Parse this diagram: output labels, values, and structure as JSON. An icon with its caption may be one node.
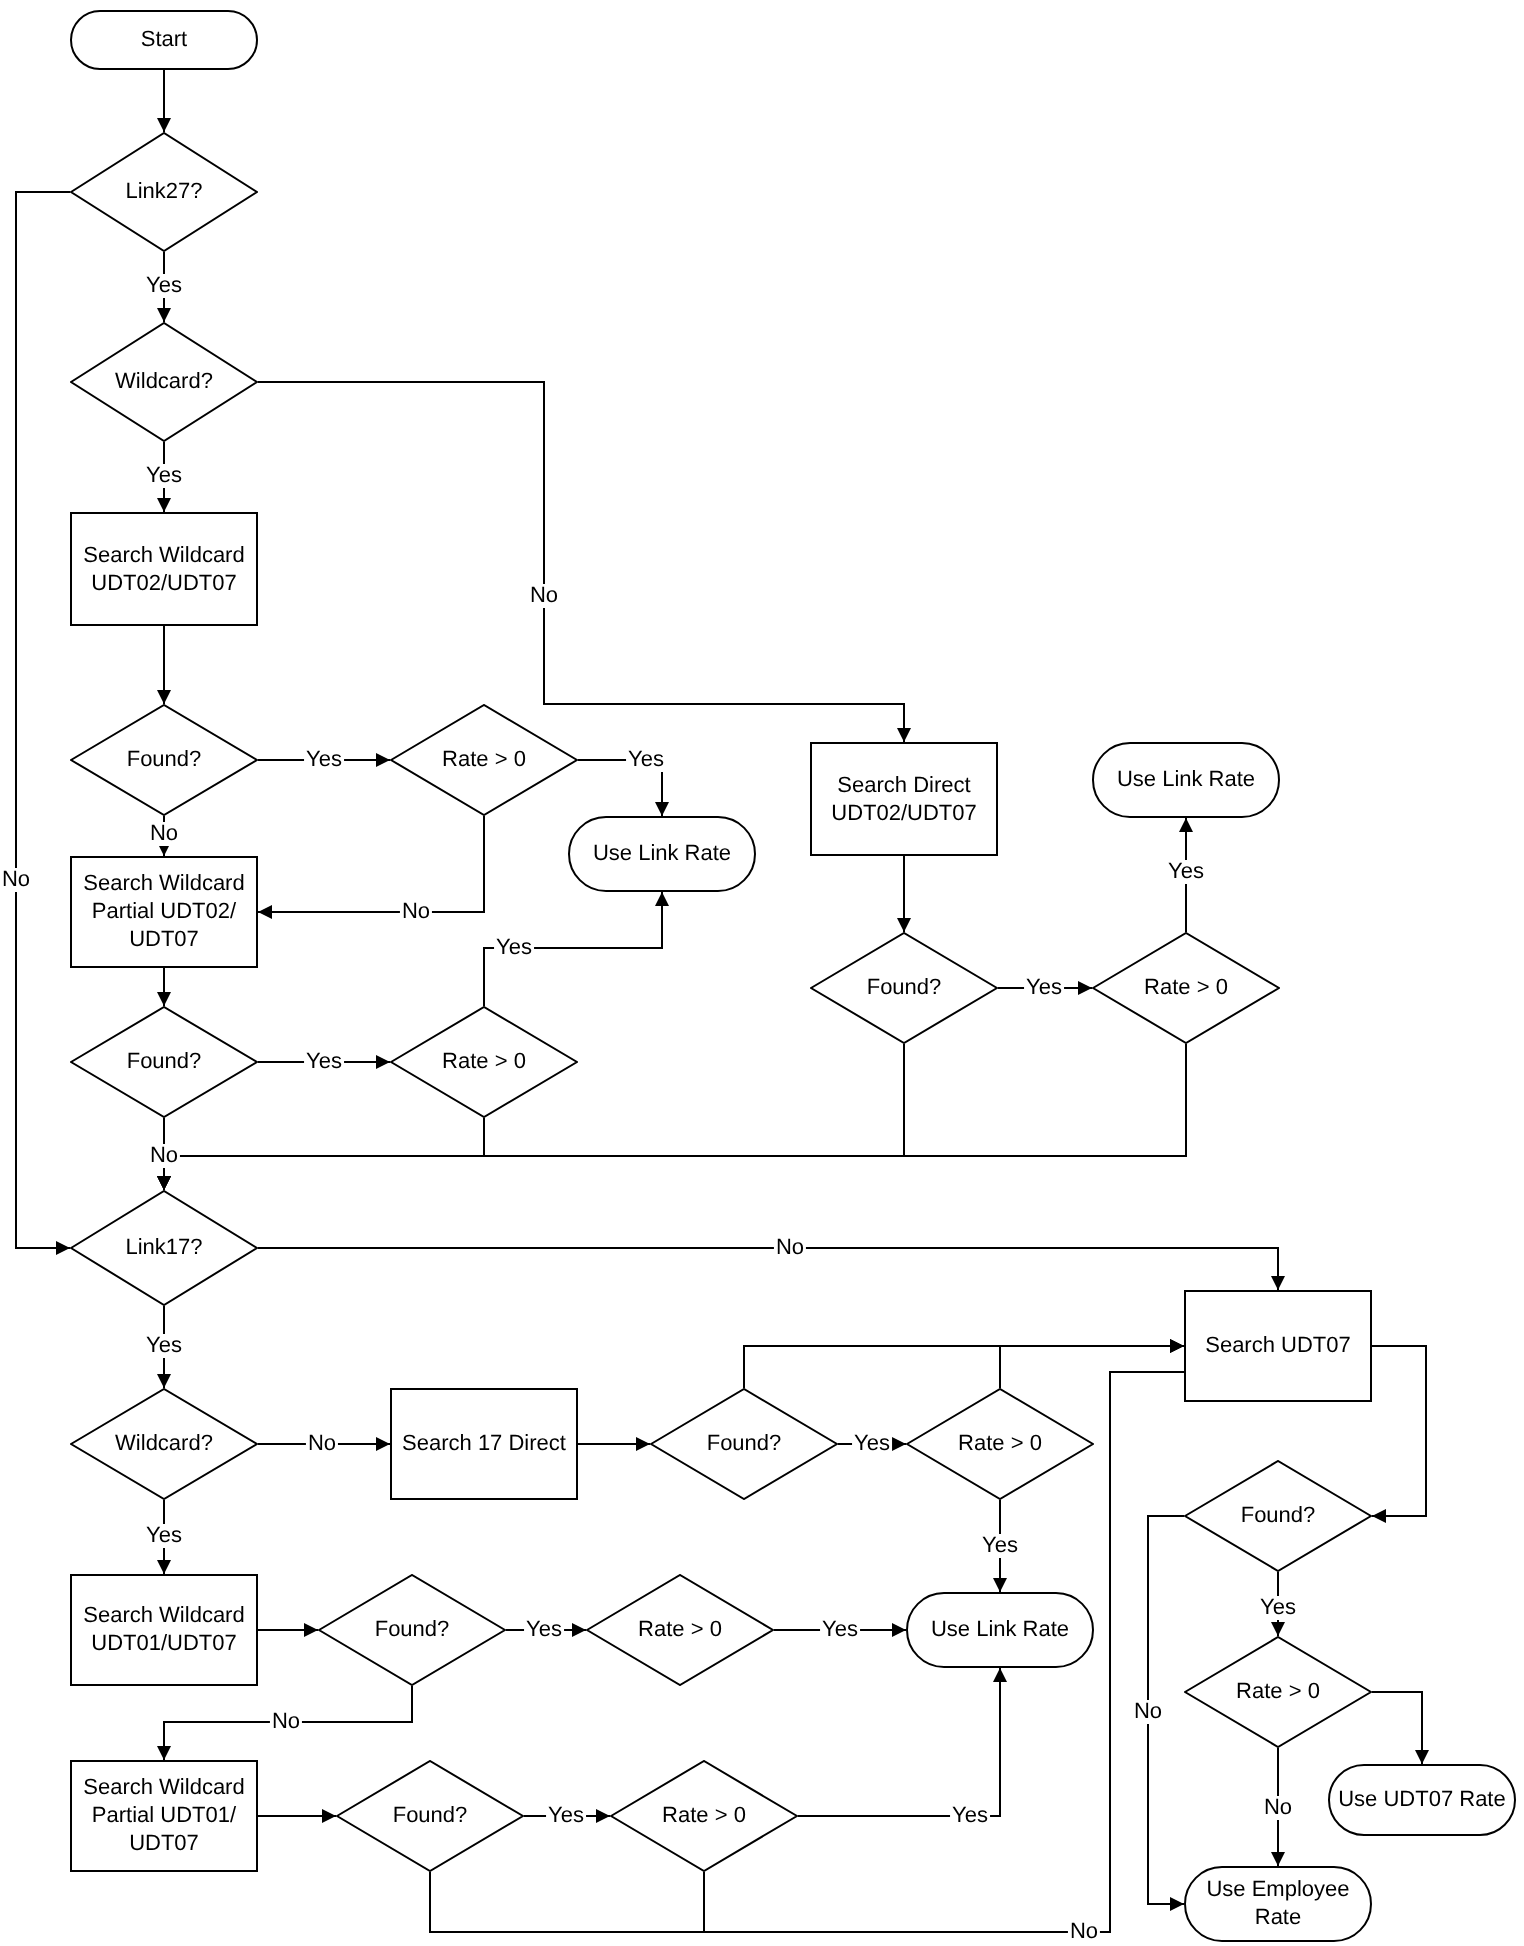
{
  "diagram": {
    "nodes": [
      {
        "text": [
          "Start"
        ]
      },
      {
        "text": [
          "Link27?"
        ]
      },
      {
        "text": [
          "Wildcard?"
        ]
      },
      {
        "text": [
          "Search Wildcard UDT02/UDT07"
        ]
      },
      {
        "text": [
          "Found?"
        ]
      },
      {
        "text": [
          "Rate > 0"
        ]
      },
      {
        "text": [
          "Use Link Rate"
        ]
      },
      {
        "text": [
          "Search Wildcard Partial UDT02/ UDT07"
        ]
      },
      {
        "text": [
          "Found?"
        ]
      },
      {
        "text": [
          "Rate > 0"
        ]
      },
      {
        "text": [
          "Search Direct UDT02/UDT07"
        ]
      },
      {
        "text": [
          "Use Link Rate"
        ]
      },
      {
        "text": [
          "Found?"
        ]
      },
      {
        "text": [
          "Rate > 0"
        ]
      },
      {
        "text": [
          "Link17?"
        ]
      },
      {
        "text": [
          "Wildcard?"
        ]
      },
      {
        "text": [
          "Search 17 Direct"
        ]
      },
      {
        "text": [
          "Found?"
        ]
      },
      {
        "text": [
          "Rate > 0"
        ]
      },
      {
        "text": [
          "Search UDT07"
        ]
      },
      {
        "text": [
          "Search Wildcard UDT01/UDT07"
        ]
      },
      {
        "text": [
          "Found?"
        ]
      },
      {
        "text": [
          "Rate > 0"
        ]
      },
      {
        "text": [
          "Use Link Rate"
        ]
      },
      {
        "text": [
          "Found?"
        ]
      },
      {
        "text": [
          "Rate > 0"
        ]
      },
      {
        "text": [
          "Use UDT07 Rate"
        ]
      },
      {
        "text": [
          "Use Employee Rate"
        ]
      },
      {
        "text": [
          "Search Wildcard Partial UDT01/ UDT07"
        ]
      },
      {
        "text": [
          "Found?"
        ]
      },
      {
        "text": [
          "Rate > 0"
        ]
      }
    ],
    "edges": [
      {
        "from": 0,
        "to": 1,
        "arrow": "to"
      },
      {
        "from": 1,
        "to": 2,
        "arrow": "to",
        "label": "Yes"
      },
      {
        "from": 1,
        "to": 14,
        "arrow": "to",
        "label": "No"
      },
      {
        "from": 2,
        "to": 3,
        "arrow": "to",
        "label": "Yes"
      },
      {
        "from": 2,
        "to": 10,
        "arrow": "to",
        "label": "No"
      },
      {
        "from": 3,
        "to": 4,
        "arrow": "to"
      },
      {
        "from": 4,
        "to": 5,
        "arrow": "to",
        "label": "Yes"
      },
      {
        "from": 4,
        "to": 7,
        "arrow": "to",
        "label": "No"
      },
      {
        "from": 5,
        "to": 6,
        "arrow": "to",
        "label": "Yes"
      },
      {
        "from": 5,
        "to": 7,
        "arrow": "to",
        "label": "No"
      },
      {
        "from": 7,
        "to": 8,
        "arrow": "to"
      },
      {
        "from": 8,
        "to": 9,
        "arrow": "to",
        "label": "Yes"
      },
      {
        "from": 9,
        "to": 6,
        "arrow": "to",
        "label": "Yes"
      },
      {
        "from": 8,
        "to": 14,
        "arrow": "to",
        "label": "No"
      },
      {
        "from": 9,
        "to": 14,
        "arrow": "to"
      },
      {
        "from": 12,
        "to": 14,
        "arrow": "to"
      },
      {
        "from": 13,
        "to": 14,
        "arrow": "to"
      },
      {
        "from": 10,
        "to": 12,
        "arrow": "to"
      },
      {
        "from": 12,
        "to": 13,
        "arrow": "to",
        "label": "Yes"
      },
      {
        "from": 13,
        "to": 11,
        "arrow": "to",
        "label": "Yes"
      },
      {
        "from": 14,
        "to": 15,
        "arrow": "to",
        "label": "Yes"
      },
      {
        "from": 14,
        "to": 19,
        "arrow": "to",
        "label": "No"
      },
      {
        "from": 15,
        "to": 16,
        "arrow": "to",
        "label": "No"
      },
      {
        "from": 15,
        "to": 20,
        "arrow": "to",
        "label": "Yes"
      },
      {
        "from": 16,
        "to": 17,
        "arrow": "to"
      },
      {
        "from": 17,
        "to": 18,
        "arrow": "to",
        "label": "Yes"
      },
      {
        "from": 17,
        "to": 19,
        "arrow": "to"
      },
      {
        "from": 18,
        "to": 19,
        "arrow": "to"
      },
      {
        "from": 18,
        "to": 23,
        "arrow": "to",
        "label": "Yes"
      },
      {
        "from": 19,
        "to": 24,
        "arrow": "to"
      },
      {
        "from": 24,
        "to": 25,
        "arrow": "to",
        "label": "Yes"
      },
      {
        "from": 24,
        "to": 27,
        "arrow": "to",
        "label": "No"
      },
      {
        "from": 25,
        "to": 26,
        "arrow": "to"
      },
      {
        "from": 25,
        "to": 27,
        "arrow": "to",
        "label": "No"
      },
      {
        "from": 20,
        "to": 21,
        "arrow": "to"
      },
      {
        "from": 21,
        "to": 22,
        "arrow": "to",
        "label": "Yes"
      },
      {
        "from": 22,
        "to": 23,
        "arrow": "to",
        "label": "Yes"
      },
      {
        "from": 21,
        "to": 28,
        "arrow": "to",
        "label": "No"
      },
      {
        "from": 28,
        "to": 29,
        "arrow": "to"
      },
      {
        "from": 29,
        "to": 30,
        "arrow": "to",
        "label": "Yes"
      },
      {
        "from": 30,
        "to": 23,
        "arrow": "to",
        "label": "Yes"
      },
      {
        "from": 29,
        "to": 19,
        "arrow": "to",
        "label": "No"
      },
      {
        "from": 30,
        "to": 19,
        "arrow": "to"
      }
    ]
  }
}
